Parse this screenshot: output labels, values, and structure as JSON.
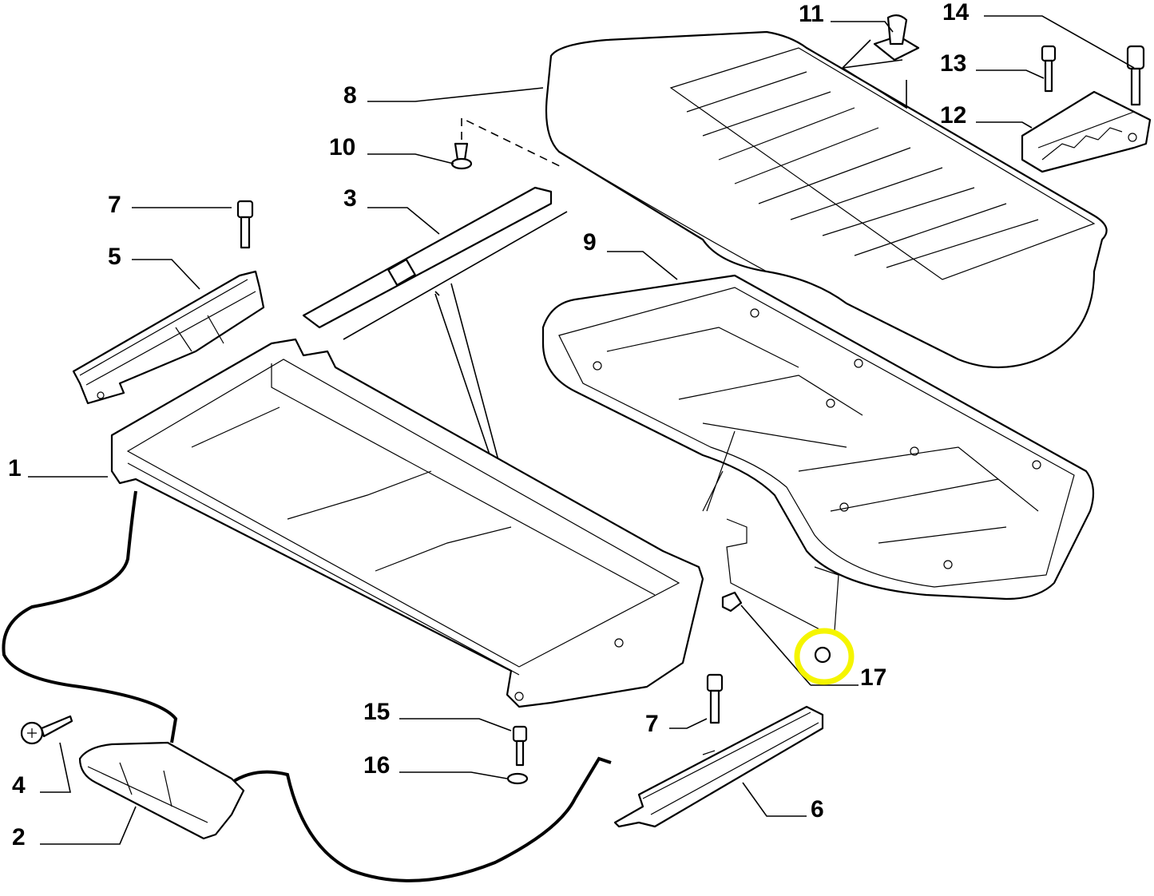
{
  "diagram": {
    "labels": {
      "p1": "1",
      "p2": "2",
      "p3": "3",
      "p4": "4",
      "p5": "5",
      "p6": "6",
      "p7a": "7",
      "p7b": "7",
      "p8": "8",
      "p9": "9",
      "p10": "10",
      "p11": "11",
      "p12": "12",
      "p13": "13",
      "p14": "14",
      "p15": "15",
      "p16": "16",
      "p17": "17"
    },
    "highlight_color": "#f5f500",
    "highlighted_part": "17"
  }
}
